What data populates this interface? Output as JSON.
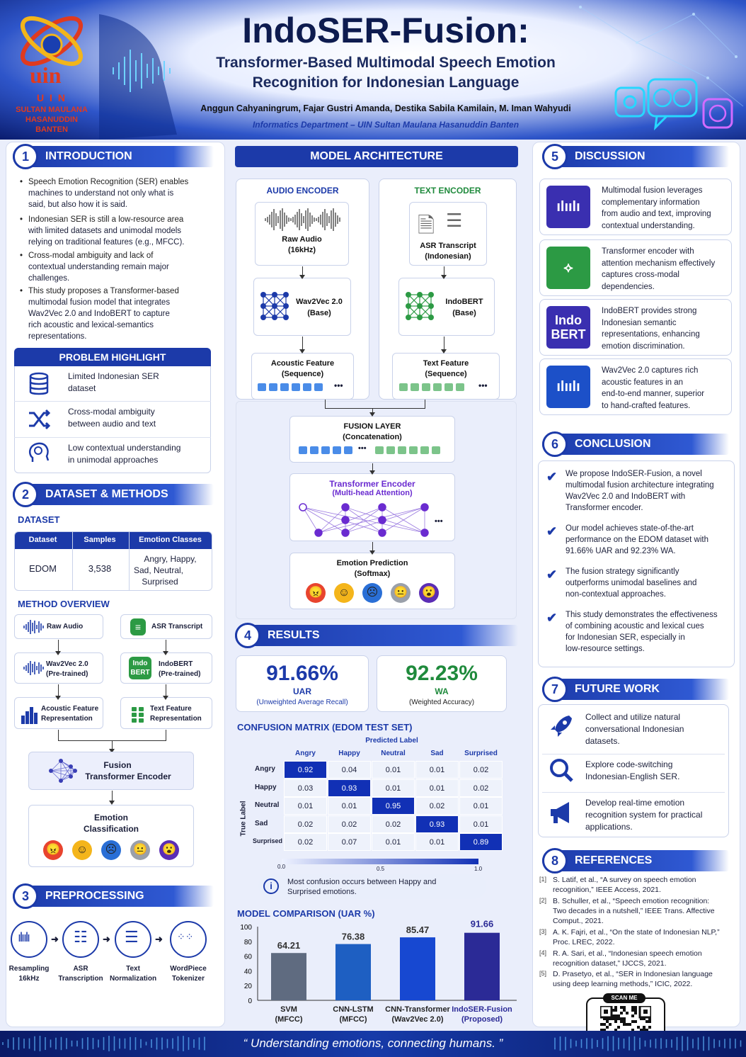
{
  "header": {
    "title": "IndoSER-Fusion:",
    "subtitle_1": "Transformer-Based Multimodal Speech Emotion",
    "subtitle_2": "Recognition for Indonesian Language",
    "authors": "Anggun Cahyaningrum, Fajar Gustri Amanda, Destika Sabila Kamilain, M. Iman Wahyudi",
    "affiliation": "Informatics Department – UIN Sultan Maulana Hasanuddin Banten",
    "logo_text": "uin",
    "logo_caption_1": "U I N",
    "logo_caption_2": "SULTAN MAULANA",
    "logo_caption_3": "HASANUDDIN",
    "logo_caption_4": "BANTEN"
  },
  "intro": {
    "num": "1",
    "title": "INTRODUCTION",
    "bullets": [
      [
        "Speech Emotion Recognition (SER) enables",
        "machines to understand not only what is",
        "said, but also how it is said."
      ],
      [
        "Indonesian SER is still a low-resource area",
        "with limited datasets and unimodal models",
        "relying on traditional features (e.g., MFCC)."
      ],
      [
        "Cross-modal ambiguity and lack of",
        "contextual understanding remain major",
        "challenges."
      ],
      [
        "This study proposes a Transformer-based",
        "multimodal fusion model that integrates",
        "Wav2Vec 2.0 and IndoBERT to capture",
        "rich acoustic and lexical-semantics",
        "representations."
      ]
    ]
  },
  "problem": {
    "title": "PROBLEM HIGHLIGHT",
    "items": [
      [
        "Limited Indonesian SER",
        "dataset"
      ],
      [
        "Cross-modal ambiguity",
        "between audio and text"
      ],
      [
        "Low contextual understanding",
        "in unimodal approaches"
      ]
    ]
  },
  "dataset_methods": {
    "num": "2",
    "title": "DATASET & METHODS",
    "dataset_label": "DATASET",
    "table_headers": [
      "Dataset",
      "Samples",
      "Emotion Classes"
    ],
    "row": {
      "dataset": "EDOM",
      "samples": "3,538",
      "classes": [
        "Angry, Happy,",
        "Sad, Neutral,",
        "Surprised"
      ]
    },
    "method_label": "METHOD OVERVIEW",
    "audio_flow": [
      "Raw Audio",
      [
        "Wav2Vec 2.0",
        "(Pre-trained)"
      ],
      [
        "Acoustic Feature",
        "Representation"
      ]
    ],
    "text_flow": [
      "ASR Transcript",
      [
        "IndoBERT",
        "(Pre-trained)"
      ],
      [
        "Text Feature",
        "Representation"
      ]
    ],
    "indobert_icon": [
      "Indo",
      "BERT"
    ],
    "fusion": [
      "Fusion",
      "Transformer Encoder"
    ],
    "classification": [
      "Emotion",
      "Classification"
    ]
  },
  "preprocessing": {
    "num": "3",
    "title": "PREPROCESSING",
    "steps": [
      [
        "Resampling",
        "16kHz"
      ],
      [
        "ASR",
        "Transcription"
      ],
      [
        "Text",
        "Normalization"
      ],
      [
        "WordPiece",
        "Tokenizer"
      ]
    ]
  },
  "architecture": {
    "title": "MODEL ARCHITECTURE",
    "audio_title": "AUDIO ENCODER",
    "text_title": "TEXT ENCODER",
    "raw_audio": [
      "Raw Audio",
      "(16kHz)"
    ],
    "asr": [
      "ASR Transcript",
      "(Indonesian)"
    ],
    "wav2vec": [
      "Wav2Vec 2.0",
      "(Base)"
    ],
    "indobert": [
      "IndoBERT",
      "(Base)"
    ],
    "acoustic": [
      "Acoustic Feature",
      "(Sequence)"
    ],
    "textfeat": [
      "Text Feature",
      "(Sequence)"
    ],
    "fusion": [
      "FUSION LAYER",
      "(Concatenation)"
    ],
    "transformer": [
      "Transformer Encoder",
      "(Multi-head Attention)"
    ],
    "prediction": [
      "Emotion Prediction",
      "(Softmax)"
    ],
    "dots": "•••"
  },
  "results": {
    "num": "4",
    "title": "RESULTS",
    "uar": {
      "value": "91.66%",
      "label": "UAR",
      "desc": "(Unweighted Average Recall)"
    },
    "wa": {
      "value": "92.23%",
      "label": "WA",
      "desc": "(Weighted Accuracy)"
    },
    "cm_title": "CONFUSION MATRIX (EDOM TEST SET)",
    "predicted_label": "Predicted Label",
    "true_label": "True Label",
    "classes": [
      "Angry",
      "Happy",
      "Neutral",
      "Sad",
      "Surprised"
    ],
    "matrix": [
      [
        "0.92",
        "0.04",
        "0.01",
        "0.01",
        "0.02"
      ],
      [
        "0.03",
        "0.93",
        "0.01",
        "0.01",
        "0.02"
      ],
      [
        "0.01",
        "0.01",
        "0.95",
        "0.02",
        "0.01"
      ],
      [
        "0.02",
        "0.02",
        "0.02",
        "0.93",
        "0.01"
      ],
      [
        "0.02",
        "0.07",
        "0.01",
        "0.01",
        "0.89"
      ]
    ],
    "scale": [
      "0.0",
      "0.5",
      "1.0"
    ],
    "note": [
      "Most confusion occurs between Happy and",
      "Surprised emotions."
    ],
    "note_icon": "i"
  },
  "chart_data": {
    "type": "bar",
    "title": "MODEL COMPARISON (UAR %)",
    "categories": [
      [
        "SVM",
        "(MFCC)"
      ],
      [
        "CNN-LSTM",
        "(MFCC)"
      ],
      [
        "CNN-Transformer",
        "(Wav2Vec 2.0)"
      ],
      [
        "IndoSER-Fusion",
        "(Proposed)"
      ]
    ],
    "values": [
      64.21,
      76.38,
      85.47,
      91.66
    ],
    "value_labels": [
      "64.21",
      "76.38",
      "85.47",
      "91.66"
    ],
    "yticks": [
      "100",
      "80",
      "60",
      "40",
      "20",
      "0"
    ],
    "ylim": [
      0,
      100
    ],
    "colors": [
      "#5f6b80",
      "#1e5fc2",
      "#1748d1",
      "#2b2a96"
    ]
  },
  "discussion": {
    "num": "5",
    "title": "DISCUSSION",
    "items": [
      [
        "Multimodal fusion leverages",
        "complementary information",
        "from audio and text, improving",
        "contextual understanding."
      ],
      [
        "Transformer encoder with",
        "attention mechanism effectively",
        "captures cross-modal",
        "dependencies."
      ],
      [
        "IndoBERT provides strong",
        "Indonesian semantic",
        "representations, enhancing",
        "emotion discrimination."
      ],
      [
        "Wav2Vec 2.0 captures rich",
        "acoustic features in an",
        "end-to-end manner, superior",
        "to hand-crafted features."
      ]
    ],
    "indobert_icon": [
      "Indo",
      "BERT"
    ]
  },
  "conclusion": {
    "num": "6",
    "title": "CONCLUSION",
    "check": "✔",
    "items": [
      [
        "We propose IndoSER-Fusion, a novel",
        "multimodal fusion architecture integrating",
        "Wav2Vec 2.0 and IndoBERT with",
        "Transformer encoder."
      ],
      [
        "Our model achieves state-of-the-art",
        "performance on the EDOM dataset with",
        "91.66% UAR and 92.23% WA."
      ],
      [
        "The fusion strategy significantly",
        "outperforms unimodal baselines and",
        "non-contextual approaches."
      ],
      [
        "This study demonstrates the effectiveness",
        "of combining acoustic and lexical cues",
        "for Indonesian SER, especially in",
        "low-resource settings."
      ]
    ]
  },
  "future": {
    "num": "7",
    "title": "FUTURE WORK",
    "items": [
      [
        "Collect and utilize natural",
        "conversational Indonesian",
        "datasets."
      ],
      [
        "Explore code-switching",
        "Indonesian-English SER."
      ],
      [
        "Develop real-time emotion",
        "recognition system for practical",
        "applications."
      ]
    ]
  },
  "references": {
    "num": "8",
    "title": "REFERENCES",
    "items": [
      {
        "n": "[1]",
        "l": [
          "S. Latif, et al., “A survey on speech emotion",
          "recognition,” IEEE Access, 2021."
        ]
      },
      {
        "n": "[2]",
        "l": [
          "B. Schuller, et al., “Speech emotion recognition:",
          "Two decades in a nutshell,” IEEE Trans. Affective",
          "Comput., 2021."
        ]
      },
      {
        "n": "[3]",
        "l": [
          "A. K. Fajri, et al., “On the state of Indonesian NLP,”",
          "Proc. LREC, 2022."
        ]
      },
      {
        "n": "[4]",
        "l": [
          "R. A. Sari, et al., “Indonesian speech emotion",
          "recognition dataset,” IJCCS, 2021."
        ]
      },
      {
        "n": "[5]",
        "l": [
          "D. Prasetyo, et al., “SER in Indonesian language",
          "using deep learning methods,” ICIC, 2022."
        ]
      }
    ],
    "scan": "SCAN ME"
  },
  "footer": {
    "quote": "“ Understanding emotions, connecting humans. ”"
  }
}
